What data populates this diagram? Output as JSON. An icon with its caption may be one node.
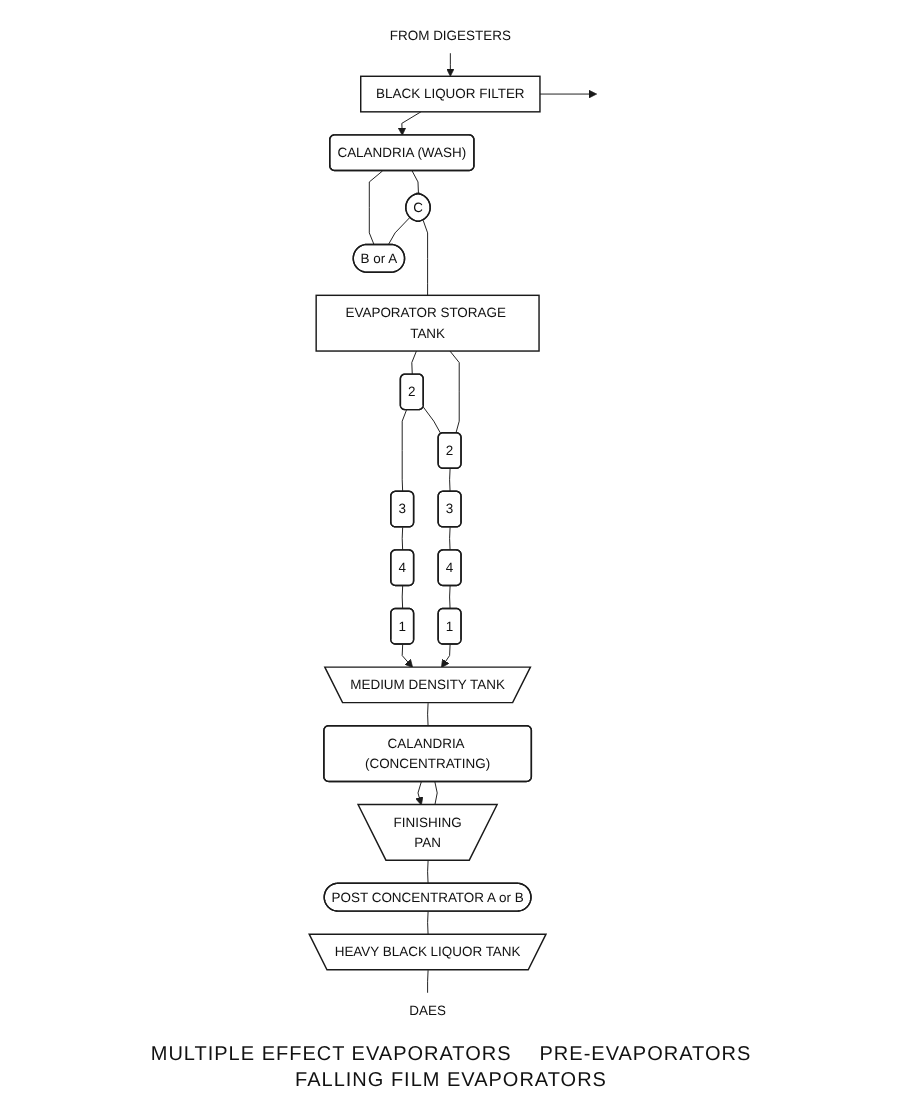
{
  "diagram": {
    "nodes": [
      {
        "text": [
          "FROM DIGESTERS"
        ]
      },
      {
        "text": [
          "BLACK LIQUOR FILTER"
        ]
      },
      {
        "text": [
          "MEDIUM DENSITY TANK"
        ]
      },
      {
        "text": [
          "FINISHING",
          "PAN"
        ]
      },
      {
        "text": [
          "1"
        ]
      },
      {
        "text": [
          "1"
        ]
      },
      {
        "text": [
          "CALANDRIA (WASH)"
        ]
      },
      {
        "text": [
          "CALANDRIA (CONCENTRATING)"
        ]
      },
      {
        "text": [
          "2"
        ]
      },
      {
        "text": [
          "2"
        ]
      },
      {
        "text": [
          "3"
        ]
      },
      {
        "text": [
          "3"
        ]
      },
      {
        "text": [
          "C"
        ]
      },
      {
        "text": [
          "B or A"
        ]
      },
      {
        "text": [
          "POST CONCENTRATOR A or B"
        ]
      },
      {
        "text": [
          "4"
        ]
      },
      {
        "text": [
          "4"
        ]
      },
      {
        "text": [
          "HEAVY BLACK LIQUOR TANK"
        ]
      },
      {
        "text": [
          "EVAPORATOR STORAGE TANK"
        ]
      },
      {
        "text": [
          "DAES"
        ]
      }
    ],
    "edges": [
      {
        "from": 0,
        "to": 1,
        "arrow": "to"
      },
      {
        "from": 1,
        "to": 6,
        "arrow": "to"
      },
      {
        "from": 1,
        "to": null,
        "arrow": "to"
      },
      {
        "from": 12,
        "to": 18,
        "arrow": "none"
      },
      {
        "from": 4,
        "to": 2,
        "arrow": "to"
      },
      {
        "from": 5,
        "to": 2,
        "arrow": "to"
      },
      {
        "from": 15,
        "to": 4,
        "arrow": "none"
      },
      {
        "from": 8,
        "to": 10,
        "arrow": "none"
      },
      {
        "from": 10,
        "to": 15,
        "arrow": "none"
      },
      {
        "from": 16,
        "to": 5,
        "arrow": "none"
      },
      {
        "from": 9,
        "to": 11,
        "arrow": "none"
      },
      {
        "from": 11,
        "to": 16,
        "arrow": "none"
      },
      {
        "from": 8,
        "to": 9,
        "arrow": "none"
      },
      {
        "from": 18,
        "to": 8,
        "arrow": "none"
      },
      {
        "from": 18,
        "to": 9,
        "arrow": "none"
      },
      {
        "from": 2,
        "to": 7,
        "arrow": "none"
      },
      {
        "from": 3,
        "to": 7,
        "arrow": "none"
      },
      {
        "from": 7,
        "to": 3,
        "arrow": "to"
      },
      {
        "from": 3,
        "to": 14,
        "arrow": "none"
      },
      {
        "from": 6,
        "to": 12,
        "arrow": "none"
      },
      {
        "from": 6,
        "to": 13,
        "arrow": "none"
      },
      {
        "from": 12,
        "to": 13,
        "arrow": "none"
      },
      {
        "from": 14,
        "to": 17,
        "arrow": "none"
      },
      {
        "from": 17,
        "to": 19,
        "arrow": "none"
      }
    ],
    "labels": [
      "MULTIPLE EFFECT EVAPORATORS",
      "PRE-EVAPORATORS",
      "FALLING FILM EVAPORATORS"
    ]
  }
}
